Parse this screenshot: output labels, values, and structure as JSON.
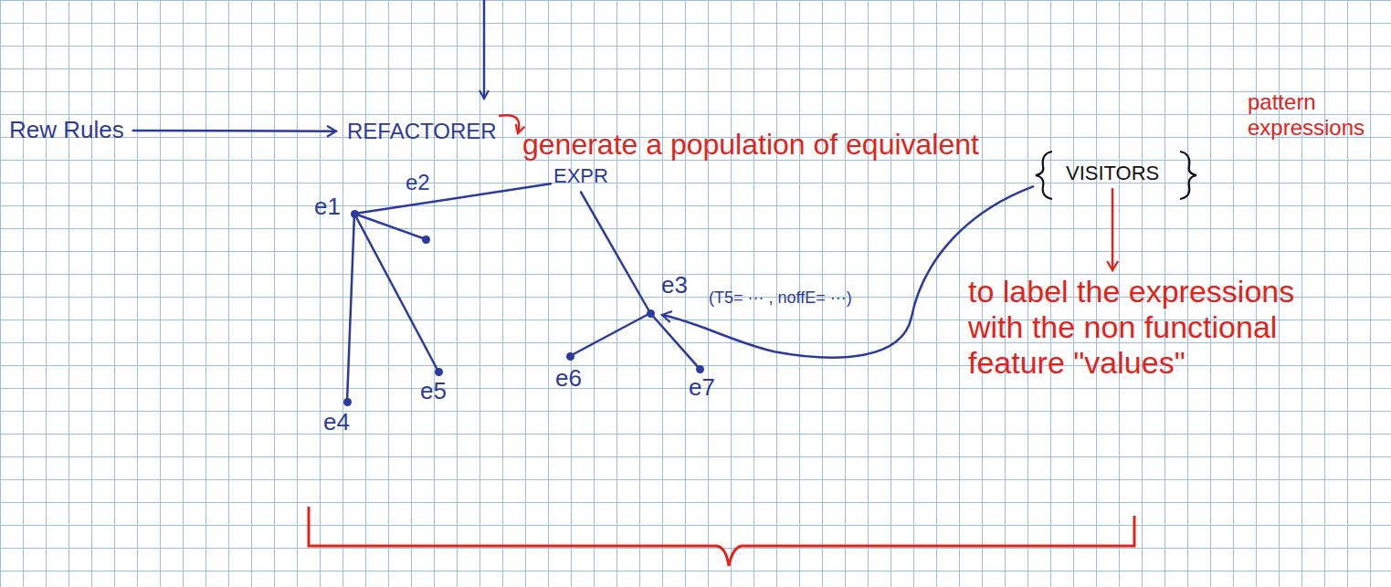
{
  "diagram": {
    "nodes": [
      {
        "text": [
          "Rew Rules"
        ]
      },
      {
        "text": [
          "REFACTORER"
        ]
      },
      {
        "text": [
          "EXPR"
        ]
      },
      {
        "text": [
          "e1"
        ]
      },
      {
        "text": [
          "e2"
        ]
      },
      {
        "text": [
          "e3"
        ]
      },
      {
        "text": [
          "e4"
        ]
      },
      {
        "text": [
          "e5"
        ]
      },
      {
        "text": [
          "e6"
        ]
      },
      {
        "text": [
          "e7"
        ]
      },
      {
        "text": [
          "VISITORS"
        ]
      },
      {
        "text": [
          "to label the expressions with the non functional feature \"values\""
        ]
      }
    ],
    "edges": [
      {
        "from": 0,
        "to": 1,
        "arrow": "to"
      },
      {
        "from": 2,
        "to": 3,
        "arrow": "none"
      },
      {
        "from": 2,
        "to": 5,
        "arrow": "none"
      },
      {
        "from": 3,
        "to": 4,
        "arrow": "none"
      },
      {
        "from": 3,
        "to": 6,
        "arrow": "none"
      },
      {
        "from": 3,
        "to": 7,
        "arrow": "none"
      },
      {
        "from": 5,
        "to": 8,
        "arrow": "none"
      },
      {
        "from": 5,
        "to": 9,
        "arrow": "none"
      },
      {
        "from": 10,
        "to": 5,
        "label": "(T5= ··· , noffE= ···)",
        "arrow": "to"
      },
      {
        "from": 10,
        "to": 11,
        "arrow": "to"
      }
    ],
    "labels": [
      "generate a population of equivalent",
      "pattern expressions"
    ]
  }
}
